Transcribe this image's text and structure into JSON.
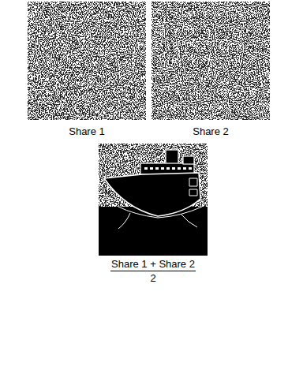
{
  "diagram": {
    "labels": [
      "Share 1",
      "Share 2",
      "Share 1 + Share 2",
      "2"
    ]
  }
}
